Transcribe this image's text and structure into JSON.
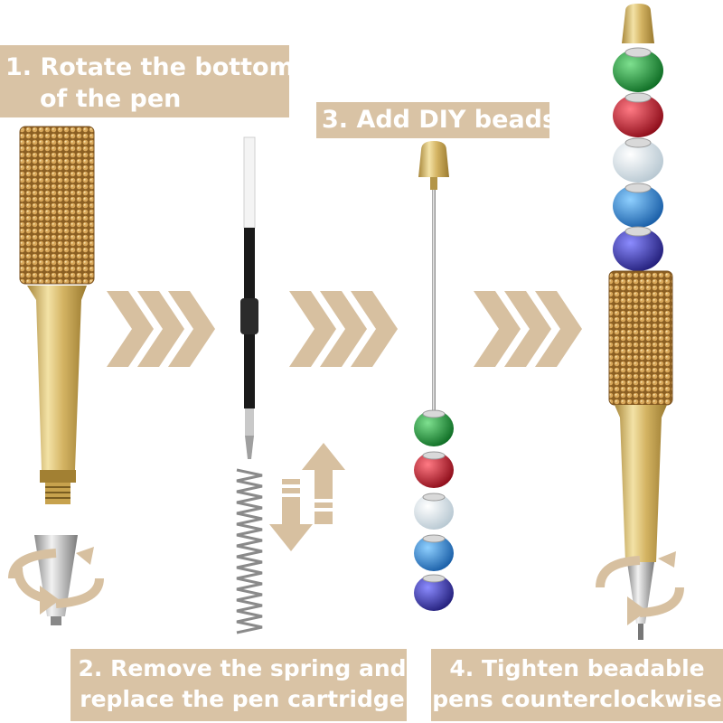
{
  "steps": [
    {
      "line1": "1. Rotate the bottom",
      "line2": "of the pen"
    },
    {
      "line1": "2. Remove the spring and",
      "line2": "replace the pen cartridge"
    },
    {
      "line1": "3. Add DIY beads"
    },
    {
      "line1": "4. Tighten beadable",
      "line2": "pens counterclockwise"
    }
  ],
  "colors": {
    "label_bg": "#d9c3a5",
    "label_text": "#ffffff",
    "arrow": "#d7c0a0",
    "gold": "#c9a94f",
    "rhinestone": "#b88a3e",
    "bead_colors": [
      "#1f9a3a",
      "#c4182a",
      "#e6eef3",
      "#2a8fd9",
      "#3b3ab8"
    ]
  },
  "icons": [
    "chevron-arrows-icon",
    "rotate-arrow-icon",
    "up-down-arrows-icon"
  ]
}
